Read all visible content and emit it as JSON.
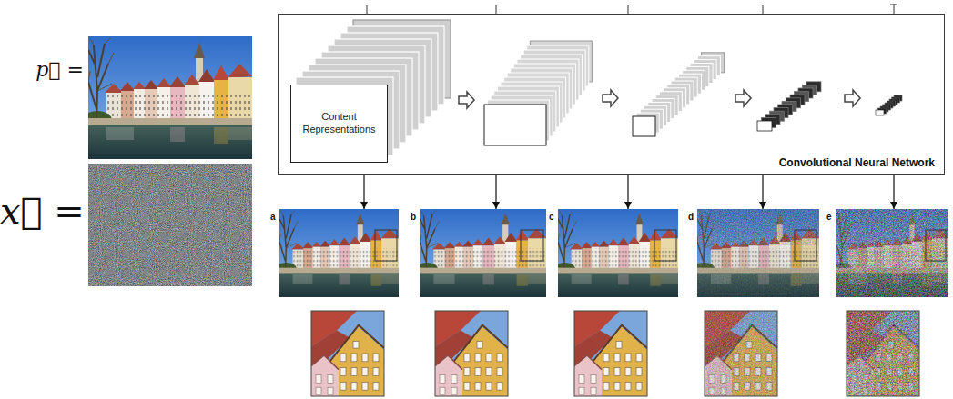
{
  "diagram": {
    "nodes": [
      {
        "text": [
          "Convolutional Neural Network"
        ]
      },
      {
        "text": [
          "Content Representations"
        ],
        "in": 0
      },
      {
        "text": [
          "a"
        ]
      },
      {
        "text": [
          "b"
        ]
      },
      {
        "text": [
          "c"
        ]
      },
      {
        "text": [
          "d"
        ]
      },
      {
        "text": [
          "e"
        ]
      }
    ],
    "edges": [
      {
        "from": 0,
        "to": 2,
        "arrow": "to"
      },
      {
        "from": 0,
        "to": 3,
        "arrow": "to"
      },
      {
        "from": 0,
        "to": 4,
        "arrow": "to"
      },
      {
        "from": 0,
        "to": 5,
        "arrow": "to"
      },
      {
        "from": 0,
        "to": 6,
        "arrow": "to"
      }
    ],
    "labels": [
      "p⃗ =",
      "x⃗ ="
    ]
  }
}
